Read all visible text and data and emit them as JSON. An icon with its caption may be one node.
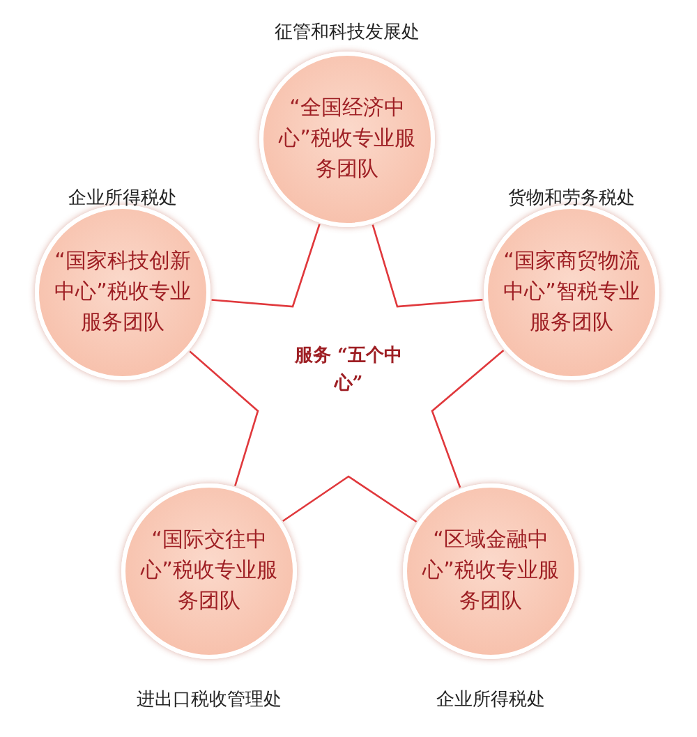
{
  "diagram": {
    "nodes": [
      {
        "text": [
          "“全国经济中心”税收专业服务团队"
        ],
        "beside": [
          "征管和科技发展处"
        ]
      },
      {
        "text": [
          "“国家科技创新中心”税收专业服务团队"
        ],
        "beside": [
          "企业所得税处"
        ]
      },
      {
        "text": [
          "“国家商贸物流中心”智税专业服务团队"
        ],
        "beside": [
          "货物和劳务税处"
        ]
      },
      {
        "text": [
          "“国际交往中心”税收专业服务团队"
        ],
        "beside": [
          "进出口税收管理处"
        ]
      },
      {
        "text": [
          "“区域金融中心”税收专业服务团队"
        ],
        "beside": [
          "企业所得税处"
        ]
      }
    ],
    "edges": [
      {
        "from": 0,
        "to": 1,
        "arrow": "none"
      },
      {
        "from": 0,
        "to": 2,
        "arrow": "none"
      },
      {
        "from": 2,
        "to": 4,
        "arrow": "none"
      },
      {
        "from": 4,
        "to": 3,
        "arrow": "none"
      },
      {
        "from": 3,
        "to": 1,
        "arrow": "none"
      }
    ],
    "labels": [
      "服务 “五个中心”"
    ]
  }
}
